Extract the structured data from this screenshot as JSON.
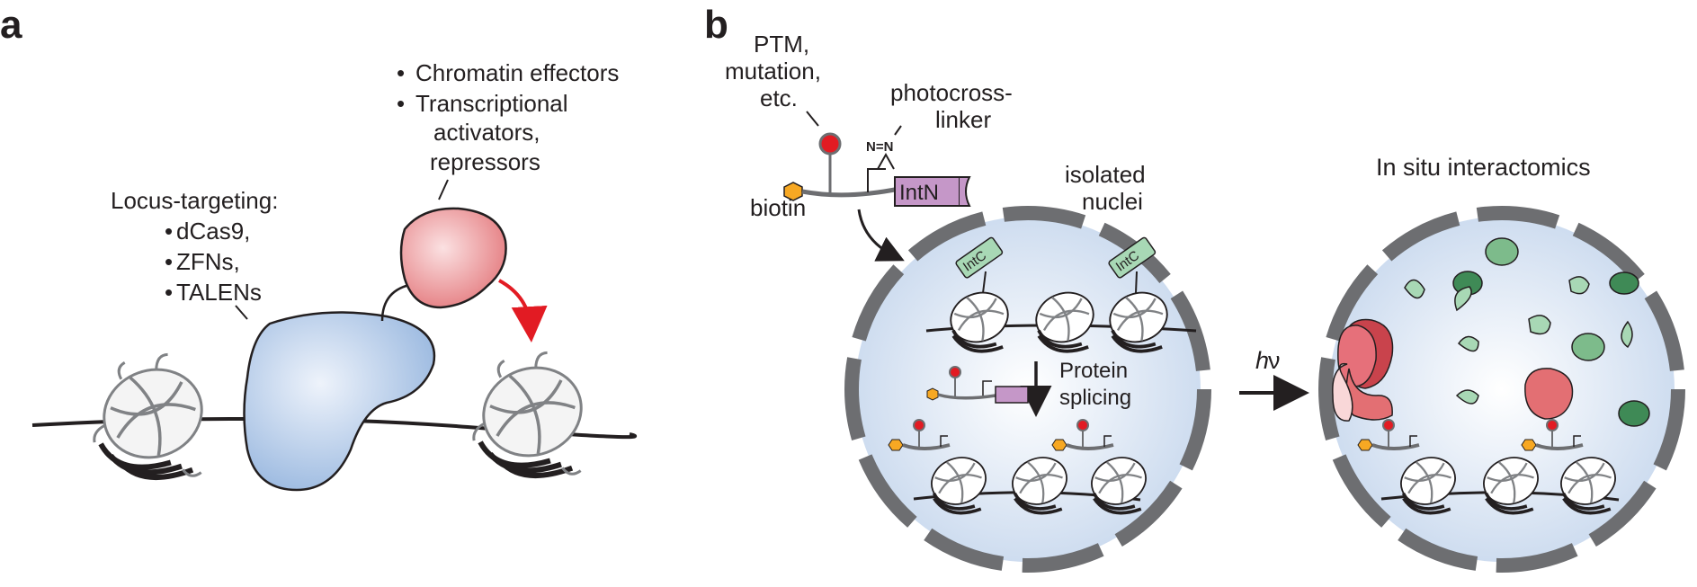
{
  "panel_a": {
    "letter": "a",
    "effectors": [
      "Chromatin effectors",
      "Transcriptional",
      "activators,",
      "repressors"
    ],
    "locus_heading": "Locus-targeting:",
    "locus_items": [
      "dCas9,",
      "ZFNs,",
      "TALENs"
    ],
    "bullet": "•"
  },
  "panel_b": {
    "letter": "b",
    "ptm_label": [
      "PTM,",
      "mutation,",
      "etc."
    ],
    "photo_label": [
      "photocross-",
      "linker"
    ],
    "diazirine": "N=N",
    "biotin_label": "biotin",
    "intn_label": "IntN",
    "intc_label": "IntC",
    "nuclei_label": [
      "isolated",
      "nuclei"
    ],
    "splicing_label": [
      "Protein",
      "splicing"
    ],
    "hv_label_h": "h",
    "hv_label_v": "ν",
    "interactomics_title": "In situ interactomics"
  },
  "colors": {
    "dna": "#231f20",
    "nucleus_fill": "#dbe6f3",
    "membrane": "#6d6e71",
    "effector_red": "#e36f73",
    "blue_protein": "#9cbbe2",
    "ptm_red": "#e21b23",
    "biotin_orange": "#f7a823",
    "intn_purple": "#c597c8",
    "intc_green": "#a8d8b5",
    "arrow_red": "#e21b23"
  }
}
